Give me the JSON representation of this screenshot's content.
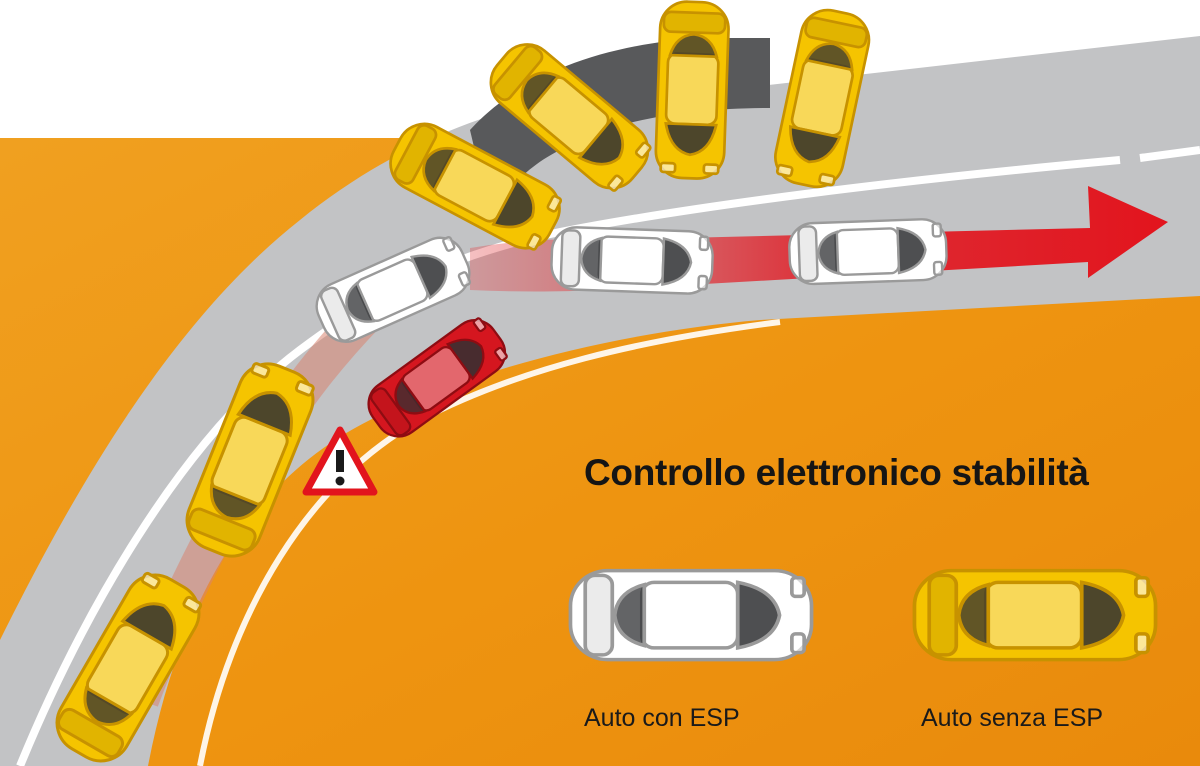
{
  "title": "Controllo elettronico stabilità",
  "legend": {
    "with_esp": {
      "label": "Auto con ESP",
      "car_color": "#ffffff"
    },
    "without_esp": {
      "label": "Auto senza ESP",
      "car_color": "#f5c400"
    }
  },
  "colors": {
    "background": "#ee9410",
    "road": "#c2c3c5",
    "road_edge_lines": "#ffffff",
    "skid_band": "#58595b",
    "esp_path_arrow": "#e2141d",
    "crashing_car": "#d5161f",
    "warning_sign_border": "#e2141d"
  },
  "icons": [
    "warning-triangle-icon",
    "direction-arrow-icon"
  ]
}
